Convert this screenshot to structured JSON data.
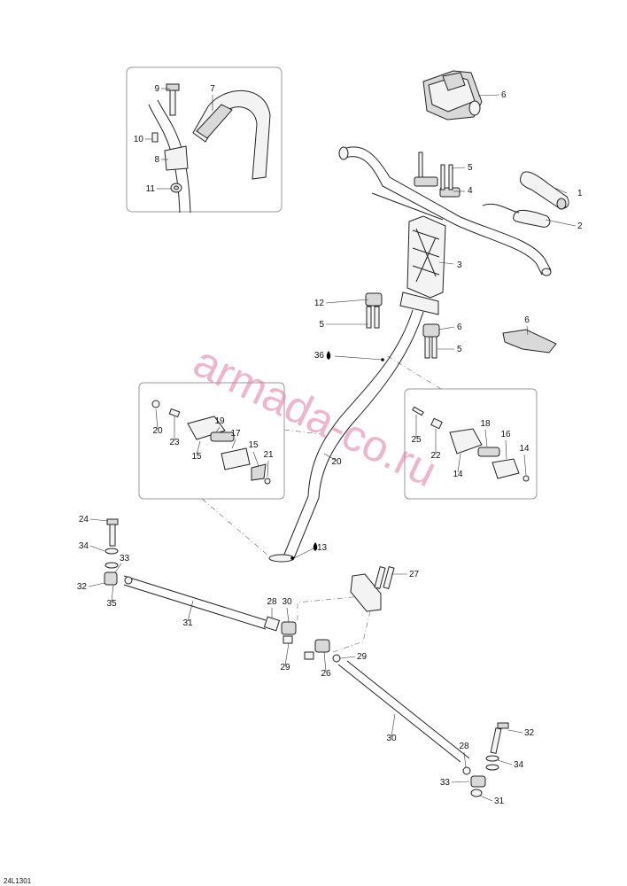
{
  "diagram": {
    "drawing_code": "24L1301",
    "watermark": "armada-co.ru",
    "callouts": [
      {
        "label": "1"
      },
      {
        "label": "2"
      },
      {
        "label": "3"
      },
      {
        "label": "4"
      },
      {
        "label": "5"
      },
      {
        "label": "6"
      },
      {
        "label": "7"
      },
      {
        "label": "8"
      },
      {
        "label": "9"
      },
      {
        "label": "10"
      },
      {
        "label": "11"
      },
      {
        "label": "12"
      },
      {
        "label": "5"
      },
      {
        "label": "6"
      },
      {
        "label": "5"
      },
      {
        "label": "6"
      },
      {
        "label": "36"
      },
      {
        "label": "20"
      },
      {
        "label": "13"
      },
      {
        "label": "20"
      },
      {
        "label": "23"
      },
      {
        "label": "19"
      },
      {
        "label": "17"
      },
      {
        "label": "15"
      },
      {
        "label": "15"
      },
      {
        "label": "21"
      },
      {
        "label": "25"
      },
      {
        "label": "22"
      },
      {
        "label": "18"
      },
      {
        "label": "16"
      },
      {
        "label": "14"
      },
      {
        "label": "14"
      },
      {
        "label": "24"
      },
      {
        "label": "34"
      },
      {
        "label": "33"
      },
      {
        "label": "32"
      },
      {
        "label": "35"
      },
      {
        "label": "31"
      },
      {
        "label": "28"
      },
      {
        "label": "30"
      },
      {
        "label": "29"
      },
      {
        "label": "27"
      },
      {
        "label": "26"
      },
      {
        "label": "29"
      },
      {
        "label": "30"
      },
      {
        "label": "28"
      },
      {
        "label": "32"
      },
      {
        "label": "34"
      },
      {
        "label": "33"
      },
      {
        "label": "31"
      },
      {
        "label": "35"
      }
    ]
  }
}
